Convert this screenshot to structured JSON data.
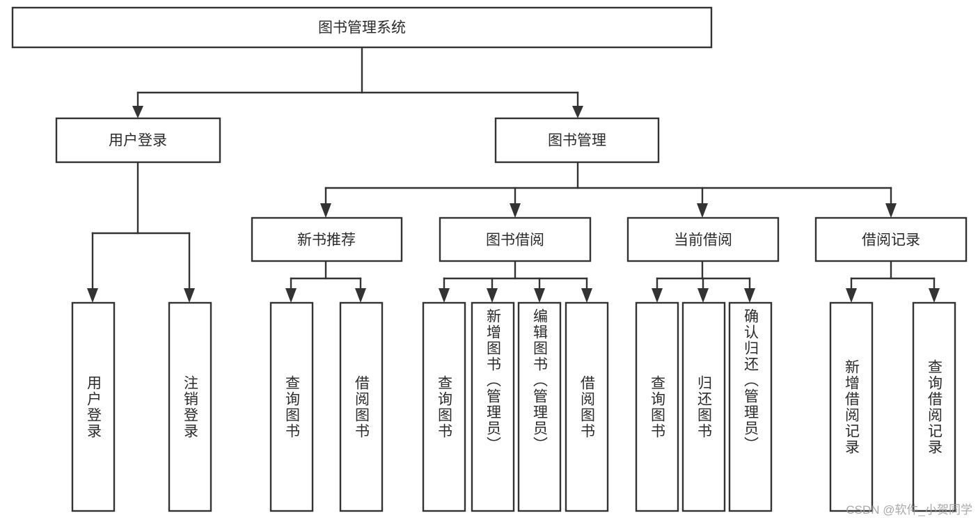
{
  "diagram": {
    "type": "tree",
    "title_node": {
      "label": "图书管理系统"
    },
    "level1": [
      {
        "label": "用户登录"
      },
      {
        "label": "图书管理"
      }
    ],
    "level2": [
      {
        "label": "新书推荐"
      },
      {
        "label": "图书借阅"
      },
      {
        "label": "当前借阅"
      },
      {
        "label": "借阅记录"
      }
    ],
    "leaves": {
      "user_login": [
        {
          "label": "用户登录"
        },
        {
          "label": "注销登录"
        }
      ],
      "new_book_recommend": [
        {
          "label": "查询图书"
        },
        {
          "label": "借阅图书"
        }
      ],
      "book_borrow": [
        {
          "label": "查询图书"
        },
        {
          "label": "新增图书（管理员）"
        },
        {
          "label": "编辑图书（管理员）"
        },
        {
          "label": "借阅图书"
        }
      ],
      "current_borrow": [
        {
          "label": "查询图书"
        },
        {
          "label": "归还图书"
        },
        {
          "label": "确认归还（管理员）"
        }
      ],
      "borrow_record": [
        {
          "label": "新增借阅记录"
        },
        {
          "label": "查询借阅记录"
        }
      ]
    },
    "watermark": "CSDN @软件_小贺同学",
    "colors": {
      "background": "#ffffff",
      "box_fill": "#ffffff",
      "box_stroke": "#333333",
      "text": "#2b2b2b",
      "watermark": "#9a9a9a"
    }
  }
}
